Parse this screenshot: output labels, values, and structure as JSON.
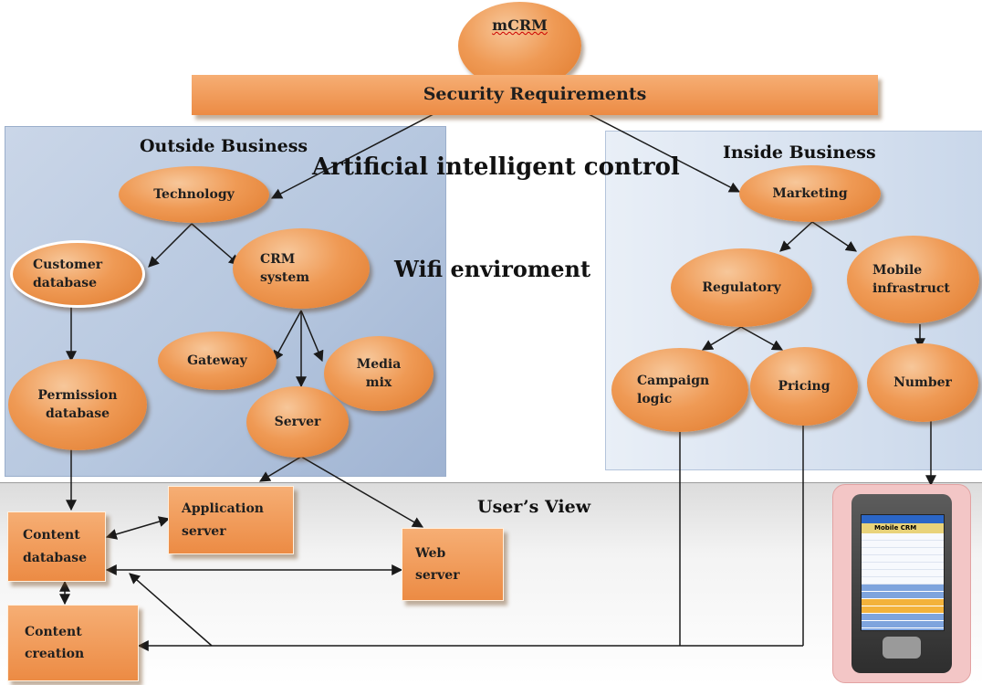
{
  "top": {
    "mcrm": "mCRM",
    "security_requirements": "Security Requirements"
  },
  "regions": {
    "outside_business": "Outside Business",
    "inside_business": "Inside Business",
    "users_view": "User’s View"
  },
  "overlay": {
    "ai_control": "Artificial intelligent control",
    "wifi": "Wifi enviroment"
  },
  "outside_nodes": {
    "technology": "Technology",
    "customer_database": [
      "Customer",
      "database"
    ],
    "crm_system": [
      "CRM",
      "system"
    ],
    "gateway": "Gateway",
    "media_mix": [
      "Media",
      "mix"
    ],
    "server": "Server",
    "permission_database": [
      "Permission",
      "database"
    ]
  },
  "inside_nodes": {
    "marketing": "Marketing",
    "regulatory": "Regulatory",
    "mobile_infrastruct": [
      "Mobile",
      "infrastruct"
    ],
    "campaign_logic": [
      "Campaign",
      "logic"
    ],
    "pricing": "Pricing",
    "number": "Number"
  },
  "user_view_nodes": {
    "application_server": [
      "Application",
      "server"
    ],
    "content_database": [
      "Content",
      "database"
    ],
    "web_server": [
      "Web",
      "server"
    ],
    "content_creation": [
      "Content",
      "creation"
    ]
  },
  "phone": {
    "screen_title": "Mobile CRM"
  },
  "colors": {
    "node_fill": "#ef9a55",
    "node_dark": "#e07a2c",
    "outside_bg": "#b6c7df",
    "inside_bg": "#c9d7ea",
    "arrow": "#1a1a1a"
  }
}
